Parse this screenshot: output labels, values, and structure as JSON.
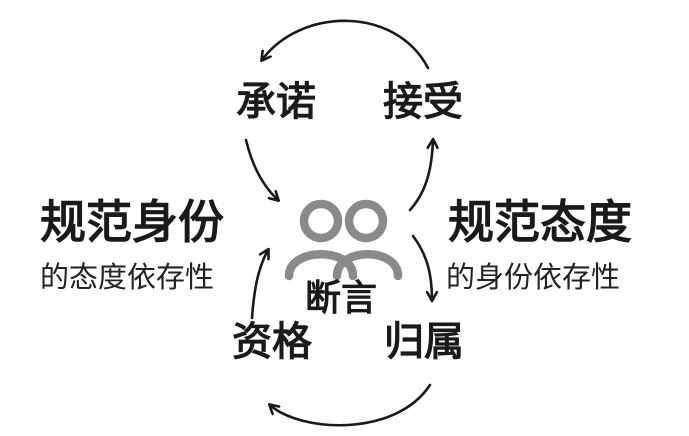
{
  "nodes": {
    "top_left": "承诺",
    "top_right": "接受",
    "bottom_left": "资格",
    "bottom_right": "归属"
  },
  "center": {
    "label": "断言",
    "icon": "people-icon",
    "icon_color": "#8a8a8a"
  },
  "left_group": {
    "title": "规范身份",
    "subtitle": "的态度依存性"
  },
  "right_group": {
    "title": "规范态度",
    "subtitle": "的身份依存性"
  },
  "colors": {
    "text": "#1a1a1a",
    "arrow": "#1a1a1a",
    "icon": "#8a8a8a"
  }
}
